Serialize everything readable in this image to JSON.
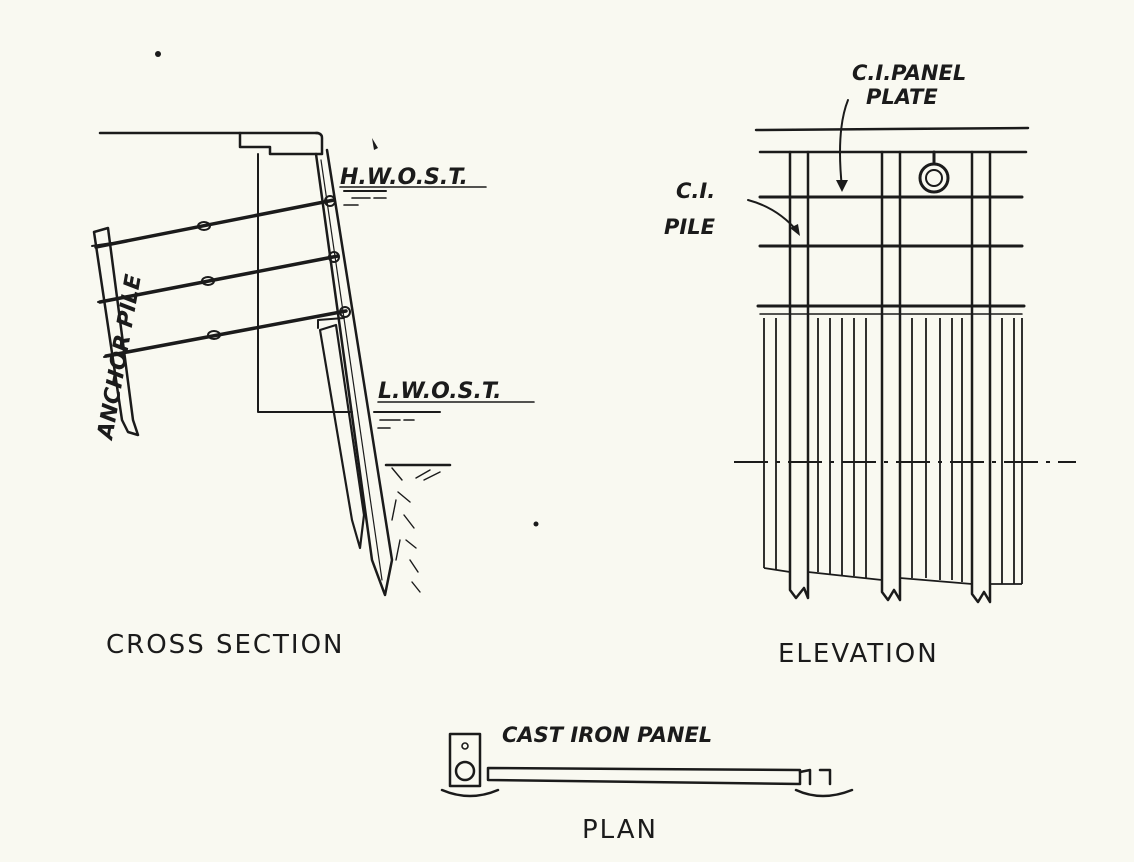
{
  "labels": {
    "hwost": "H.W.O.S.T.",
    "lwost": "L.W.O.S.T.",
    "anchor_pile": "ANCHOR PILE",
    "ci_panel_plate_line1": "C.I.PANEL",
    "ci_panel_plate_line2": "PLATE",
    "ci_pile_line1": "C.I.",
    "ci_pile_line2": "PILE",
    "cast_iron_panel": "CAST IRON PANEL"
  },
  "titles": {
    "cross_section": "CROSS SECTION",
    "elevation": "ELEVATION",
    "plan": "PLAN"
  }
}
